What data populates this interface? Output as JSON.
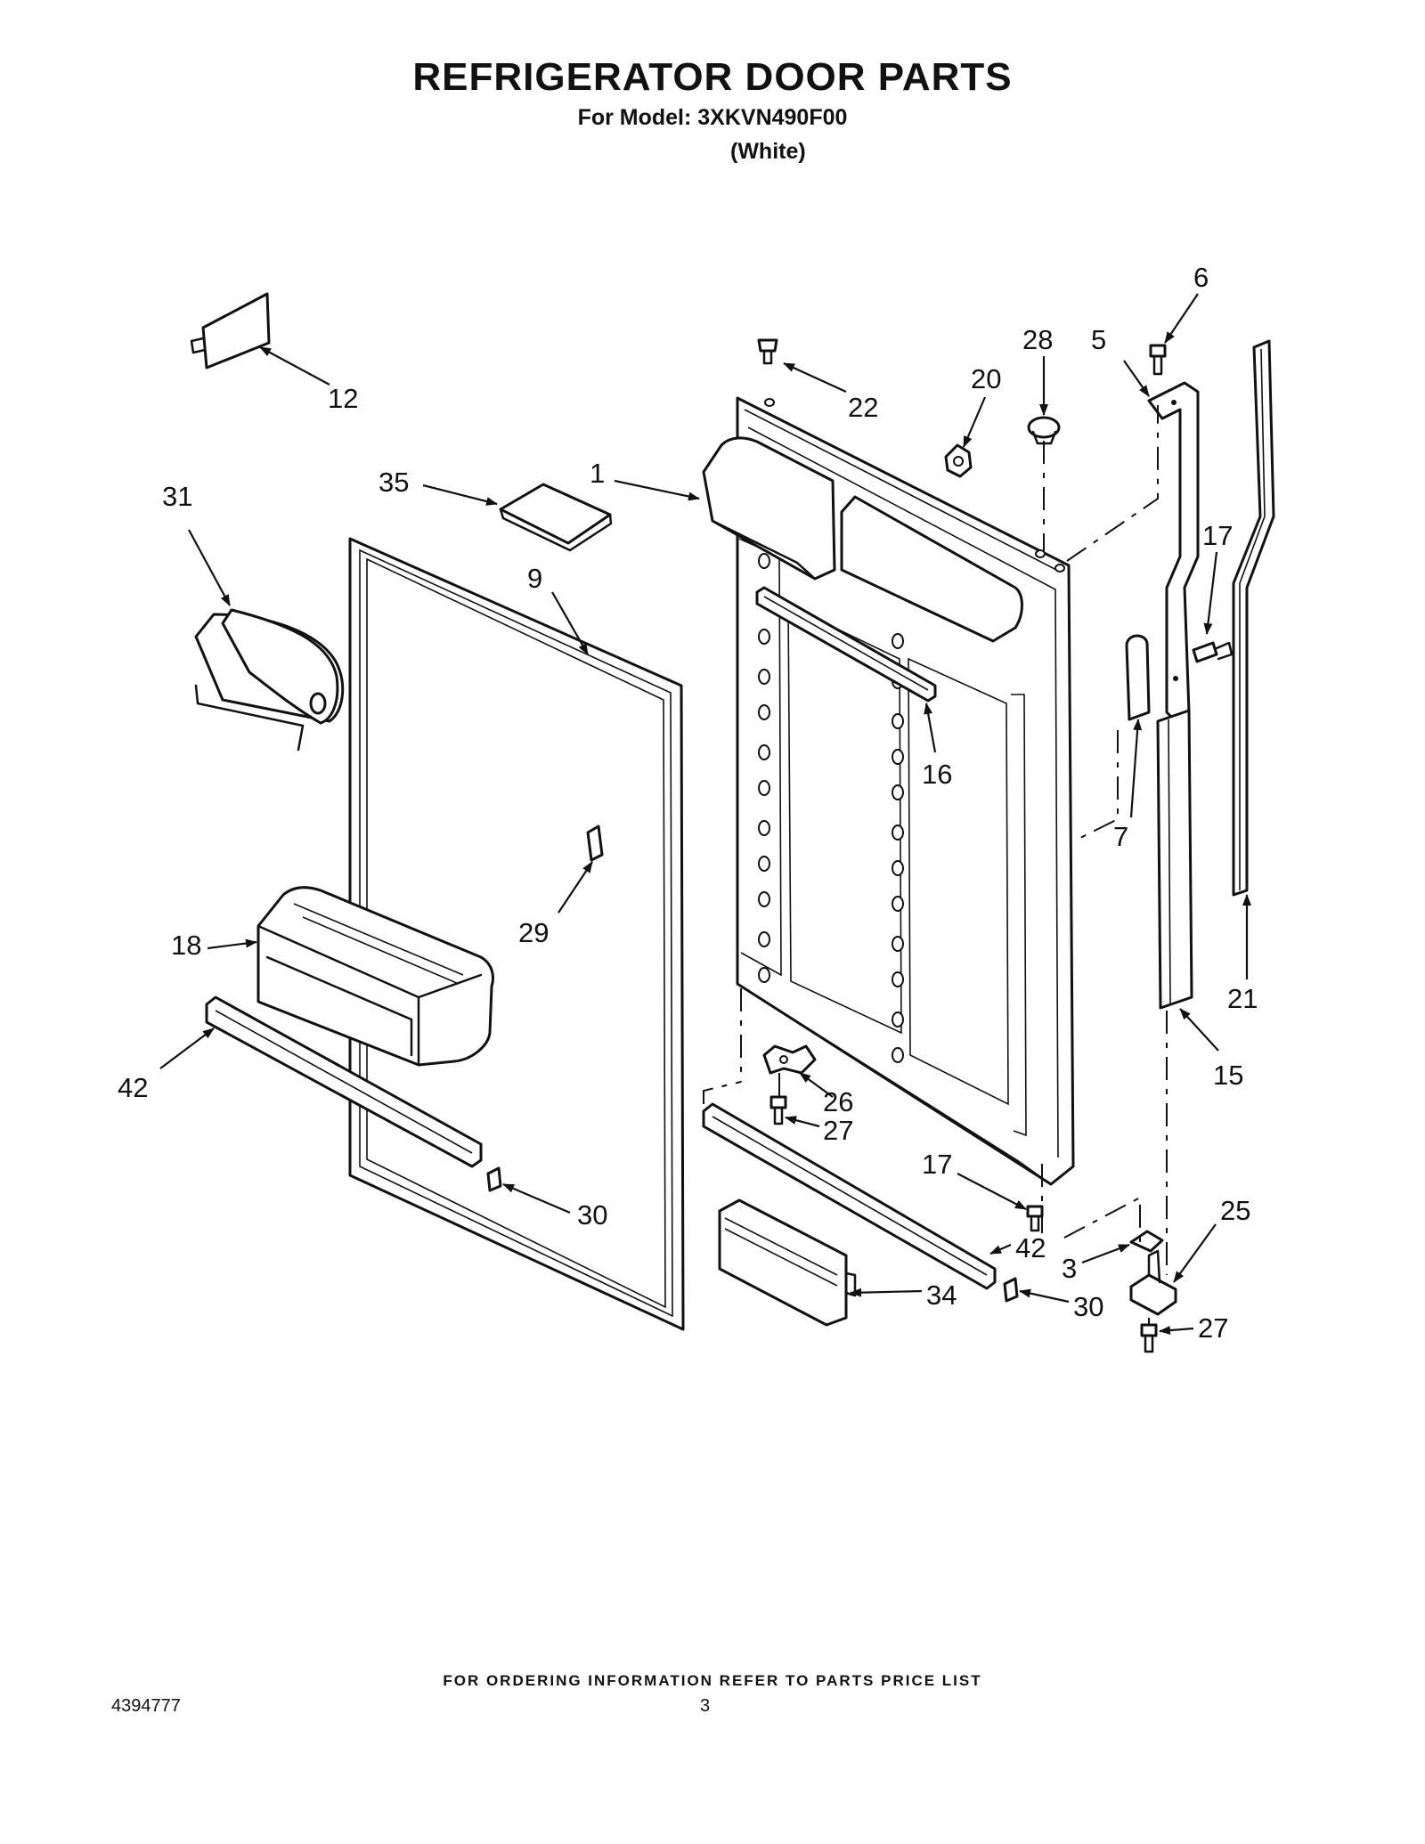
{
  "header": {
    "title": "REFRIGERATOR DOOR PARTS",
    "model_line": "For Model: 3XKVN490F00",
    "color": "(White)"
  },
  "footer": {
    "ordering_note": "FOR ORDERING INFORMATION REFER TO PARTS PRICE LIST",
    "document_number": "4394777",
    "page_number": "3"
  },
  "callouts": {
    "c1": "1",
    "c3": "3",
    "c5": "5",
    "c6": "6",
    "c7": "7",
    "c9": "9",
    "c12": "12",
    "c15": "15",
    "c16": "16",
    "c17a": "17",
    "c17b": "17",
    "c18": "18",
    "c20": "20",
    "c21": "21",
    "c22": "22",
    "c25": "25",
    "c26": "26",
    "c27a": "27",
    "c27b": "27",
    "c28": "28",
    "c29": "29",
    "c30a": "30",
    "c30b": "30",
    "c31": "31",
    "c34": "34",
    "c35": "35",
    "c42a": "42",
    "c42b": "42"
  }
}
